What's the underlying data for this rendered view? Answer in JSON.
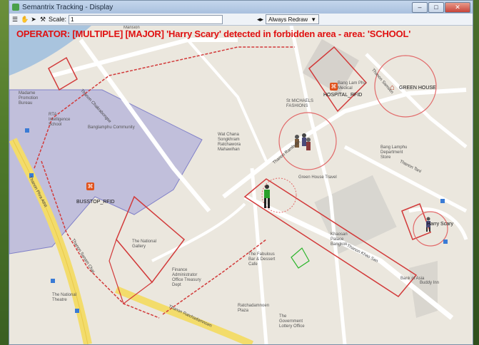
{
  "window": {
    "title": "Semantrix Tracking - Display"
  },
  "toolbar": {
    "scale_label": "Scale:",
    "scale_value": "1",
    "redraw_value": "Always Redraw",
    "arrows": "◂▸"
  },
  "alert": {
    "text": "OPERATOR: [MULTIPLE] [MAJOR] 'Harry Scary' detected in forbidden area - area: 'SCHOOL'"
  },
  "map": {
    "places": {
      "hospital_rfid": "HOSPITAL_RFID",
      "busstop_rfid": "BUSSTOP_RFID",
      "green_house": "GREEN HOUSE",
      "harry_scary": "Harry Scary",
      "mansion": "Mansion",
      "madame": "Madame Promotion Bureau",
      "rta": "RTA Intelligence School",
      "banglamphu": "Banglamphu Community",
      "wat_chana": "Wat Chana Songkhram Ratchawora Mahawihan",
      "national_museum": "The National Gallery",
      "national_theatre": "The National Theatre",
      "bang_lam": "Bang Lam Phu Medical",
      "st_michaels": "St MICHAELS FASHIONS",
      "green_house_travel": "Green House Travel",
      "khaosan_palace": "Khaosan Palace Bangkok",
      "fabulous": "The Fabulous Bar & Dessert Cafe",
      "finance": "Finance Administrator Office Treasury Dept",
      "bank_of_asia": "Bank of Asia",
      "buddy_inn": "Buddy Inn",
      "government": "The Government Lottery Office",
      "bang_lamphu_dept": "Bang Lamphu Department Store",
      "ratchadamnoen": "Ratchadamnoen Plaza"
    },
    "roads": {
      "khao_san": "Thanon Khao San",
      "phra_athit": "Thanon Phra Athit",
      "chakrabongse": "Thanon Chakrabongse",
      "ratchadamnoen": "Thanon Ratchadamnoen",
      "tani": "Thanon Tani",
      "rambutri": "Thanon Rambuttri",
      "samsen": "Thanon Samsen",
      "sanam": "Thanon Sanam Chai"
    }
  },
  "colors": {
    "alert": "#e01010",
    "zone": "#d23a3a",
    "river_zone": "#8f8fd6",
    "road_yellow": "#f3dc6b"
  }
}
